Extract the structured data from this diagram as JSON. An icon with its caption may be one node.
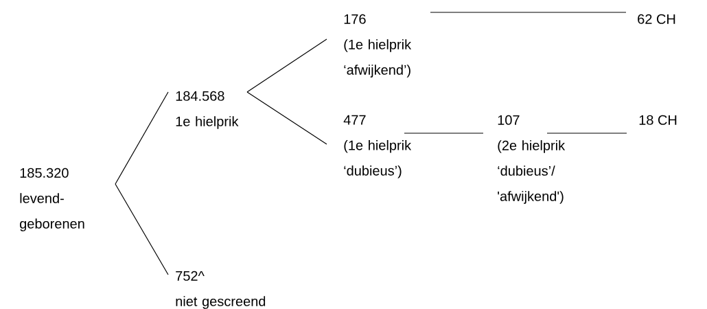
{
  "diagram": {
    "nodes": [
      {
        "text": [
          "185.320",
          "levend- geborenen"
        ]
      },
      {
        "text": [
          "184.568",
          "1e hielprik"
        ]
      },
      {
        "text": [
          "176",
          "(1e hielprik ‘afwijkend’)"
        ]
      },
      {
        "text": [
          "477",
          "(1e hielprik ‘dubieus’)"
        ]
      },
      {
        "text": [
          "107",
          "(2e hielprik ‘dubieus’/ 'afwijkend')"
        ]
      },
      {
        "text": [
          "62 CH"
        ]
      },
      {
        "text": [
          "18 CH"
        ]
      },
      {
        "text": [
          "752^",
          "niet gescreend"
        ]
      }
    ],
    "edges": [
      {
        "from": 0,
        "to": 1,
        "arrow": "none"
      },
      {
        "from": 0,
        "to": 7,
        "arrow": "none"
      },
      {
        "from": 1,
        "to": 2,
        "arrow": "none"
      },
      {
        "from": 1,
        "to": 3,
        "arrow": "none"
      },
      {
        "from": 2,
        "to": 5,
        "arrow": "none"
      },
      {
        "from": 3,
        "to": 4,
        "arrow": "none"
      },
      {
        "from": 4,
        "to": 6,
        "arrow": "none"
      }
    ]
  }
}
